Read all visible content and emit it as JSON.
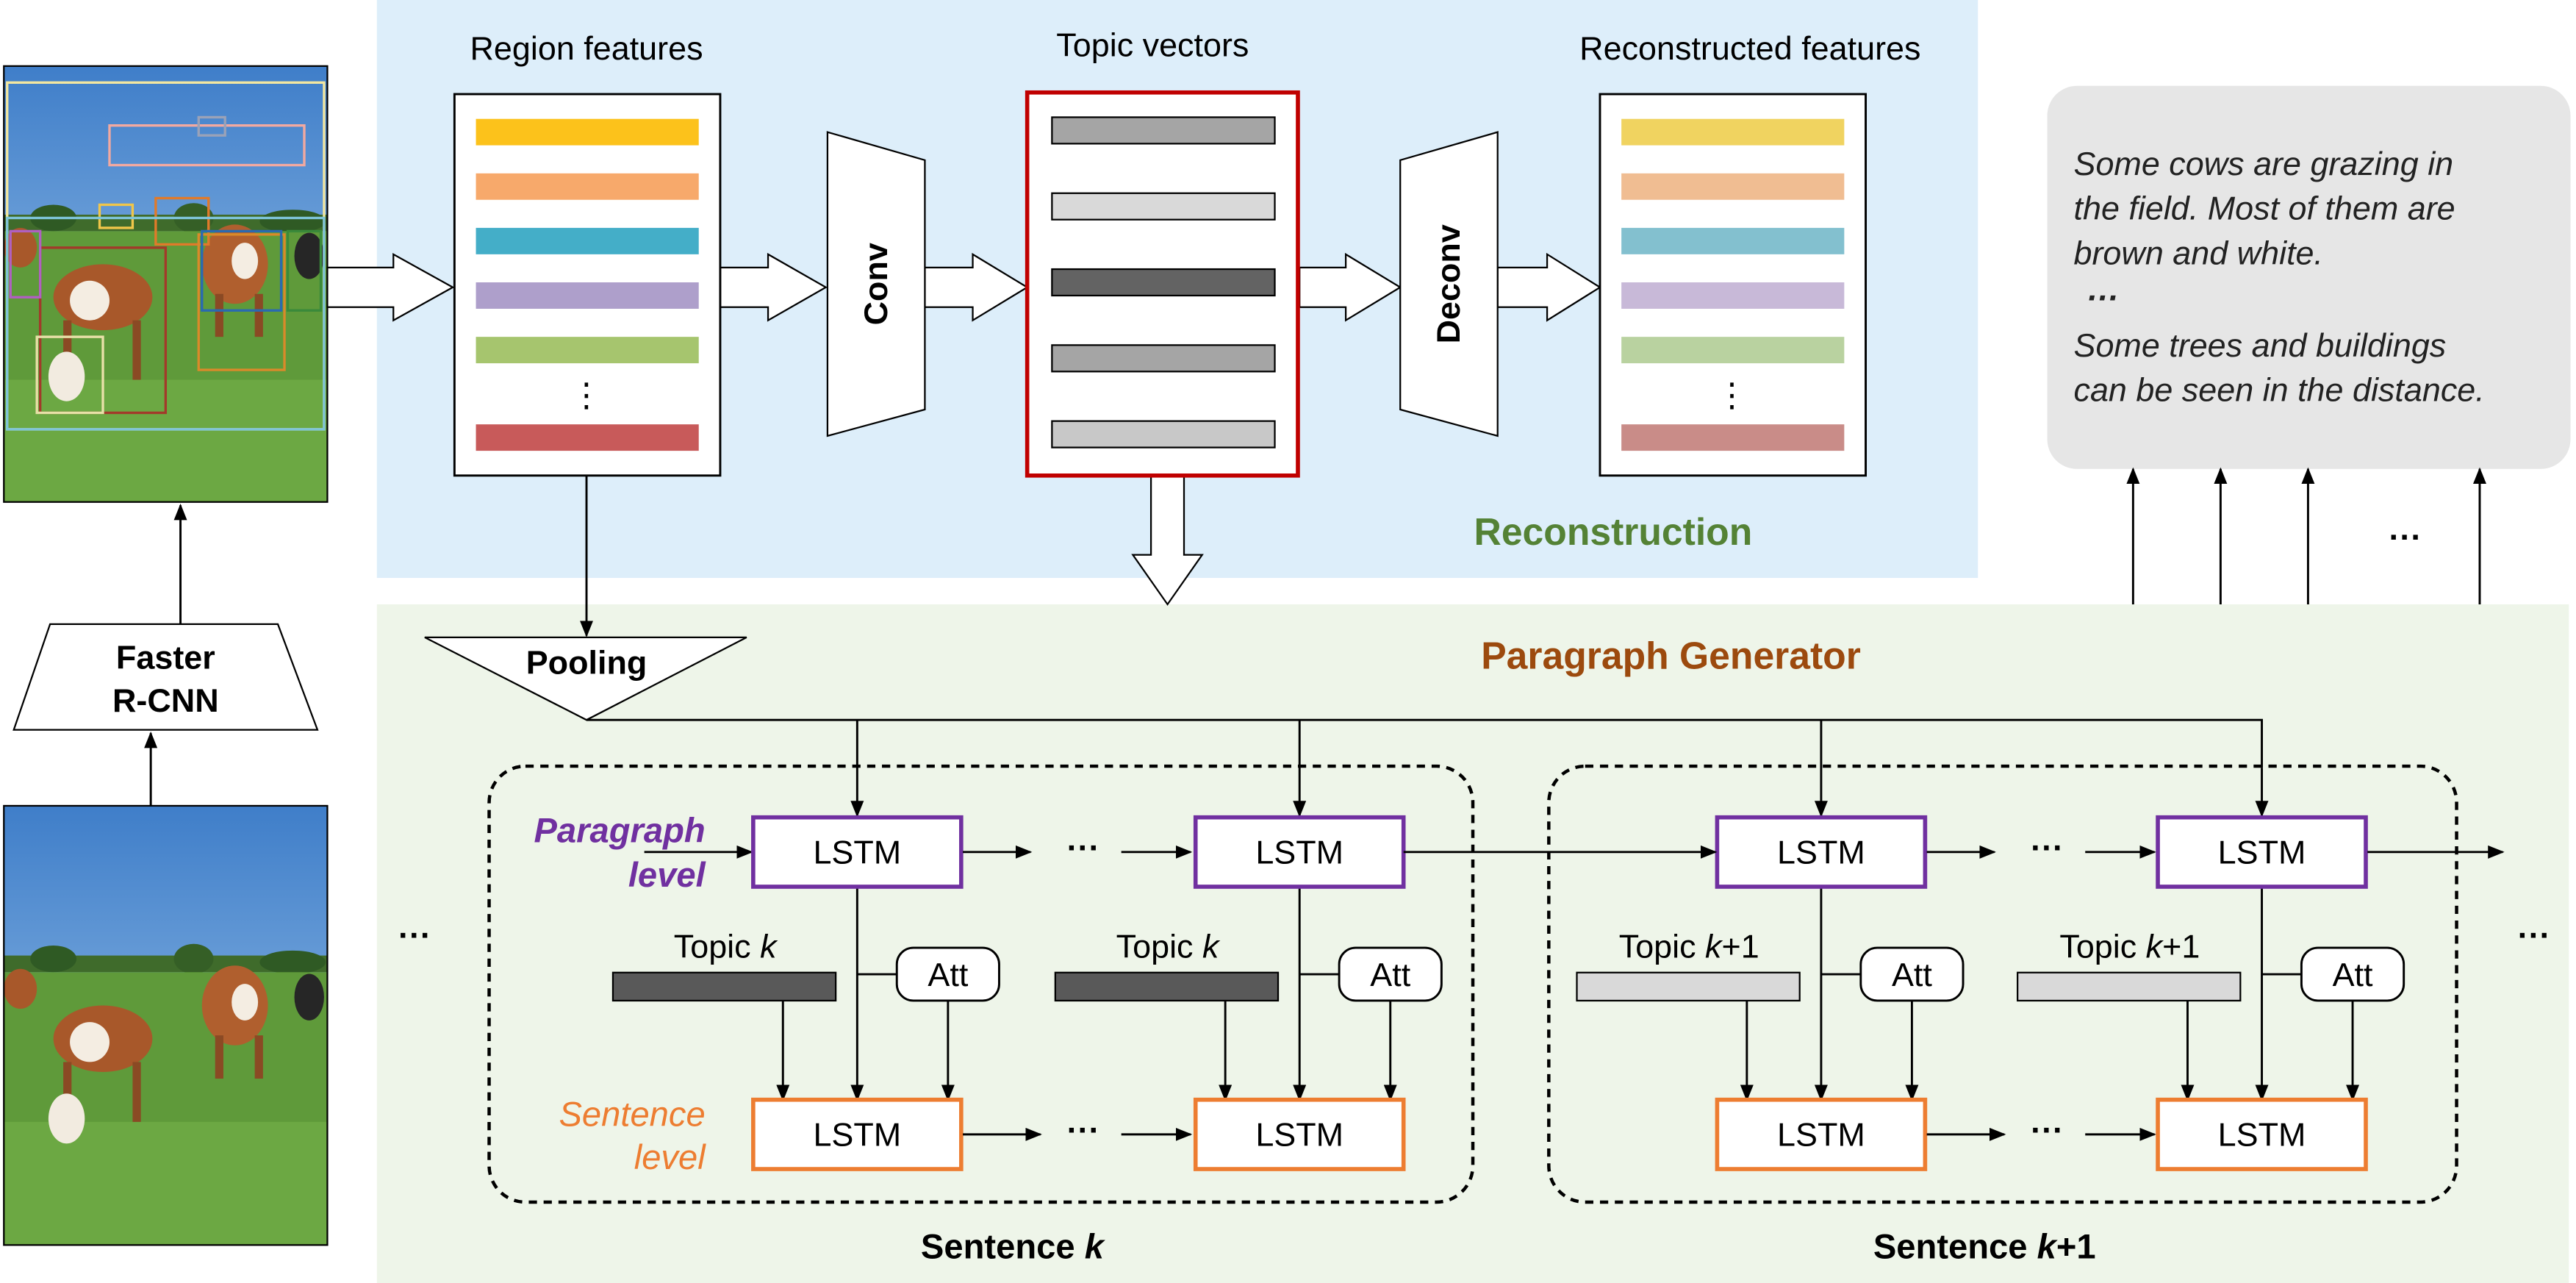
{
  "detector": {
    "label_line1": "Faster",
    "label_line2": "R-CNN"
  },
  "reconstruction": {
    "region_features_title": "Region features",
    "topic_vectors_title": "Topic vectors",
    "reconstructed_title": "Reconstructed features",
    "conv_label": "Conv",
    "deconv_label": "Deconv",
    "section_label": "Reconstruction",
    "vertical_ellipsis": "⋮",
    "region_feature_colors": [
      "#fcc21b",
      "#f7a96b",
      "#44aec8",
      "#ae9fcb",
      "#a6c56e",
      "#c85a5a"
    ],
    "reconstructed_feature_colors": [
      "#f0d360",
      "#f0bd92",
      "#83c0cf",
      "#c8b9d8",
      "#b9d2a0",
      "#c98c88"
    ],
    "topic_vector_colors": [
      "#a5a5a5",
      "#d9d9d9",
      "#636363",
      "#a5a5a5",
      "#c8c8c8"
    ]
  },
  "output_paragraph": {
    "line1": "Some cows are grazing in",
    "line2": "the field. Most of them are",
    "line3": "brown and white.",
    "ellipsis": "…",
    "line4": "Some trees and buildings",
    "line5": "can be seen in the distance.",
    "arrow_ellipsis": "···"
  },
  "generator": {
    "title": "Paragraph Generator",
    "pooling_label": "Pooling",
    "paragraph_level_line1": "Paragraph",
    "paragraph_level_line2": "level",
    "sentence_level_line1": "Sentence",
    "sentence_level_line2": "level",
    "lstm_label": "LSTM",
    "att_label": "Att",
    "topic_word": "Topic",
    "topic_var_k": "k",
    "topic_var_k1": "k",
    "topic_k1_suffix": "+1",
    "sentence_word": "Sentence",
    "sentence_var": "k",
    "sentence_k1_suffix": "+1",
    "row_ellipsis": "···",
    "side_ellipsis": "···"
  },
  "colors": {
    "reconstruction_bg": "#ddeefa",
    "generator_bg": "#eef5e9",
    "reconstruction_label": "#548235",
    "generator_title": "#9c4a0e",
    "paragraph_lstm": "#7030a0",
    "sentence_lstm": "#ed7d31",
    "topic_vector_border": "#c00000",
    "output_bubble": "#e6e6e6",
    "topic_k_bar": "#595959",
    "topic_k1_bar": "#d9d9d9"
  }
}
